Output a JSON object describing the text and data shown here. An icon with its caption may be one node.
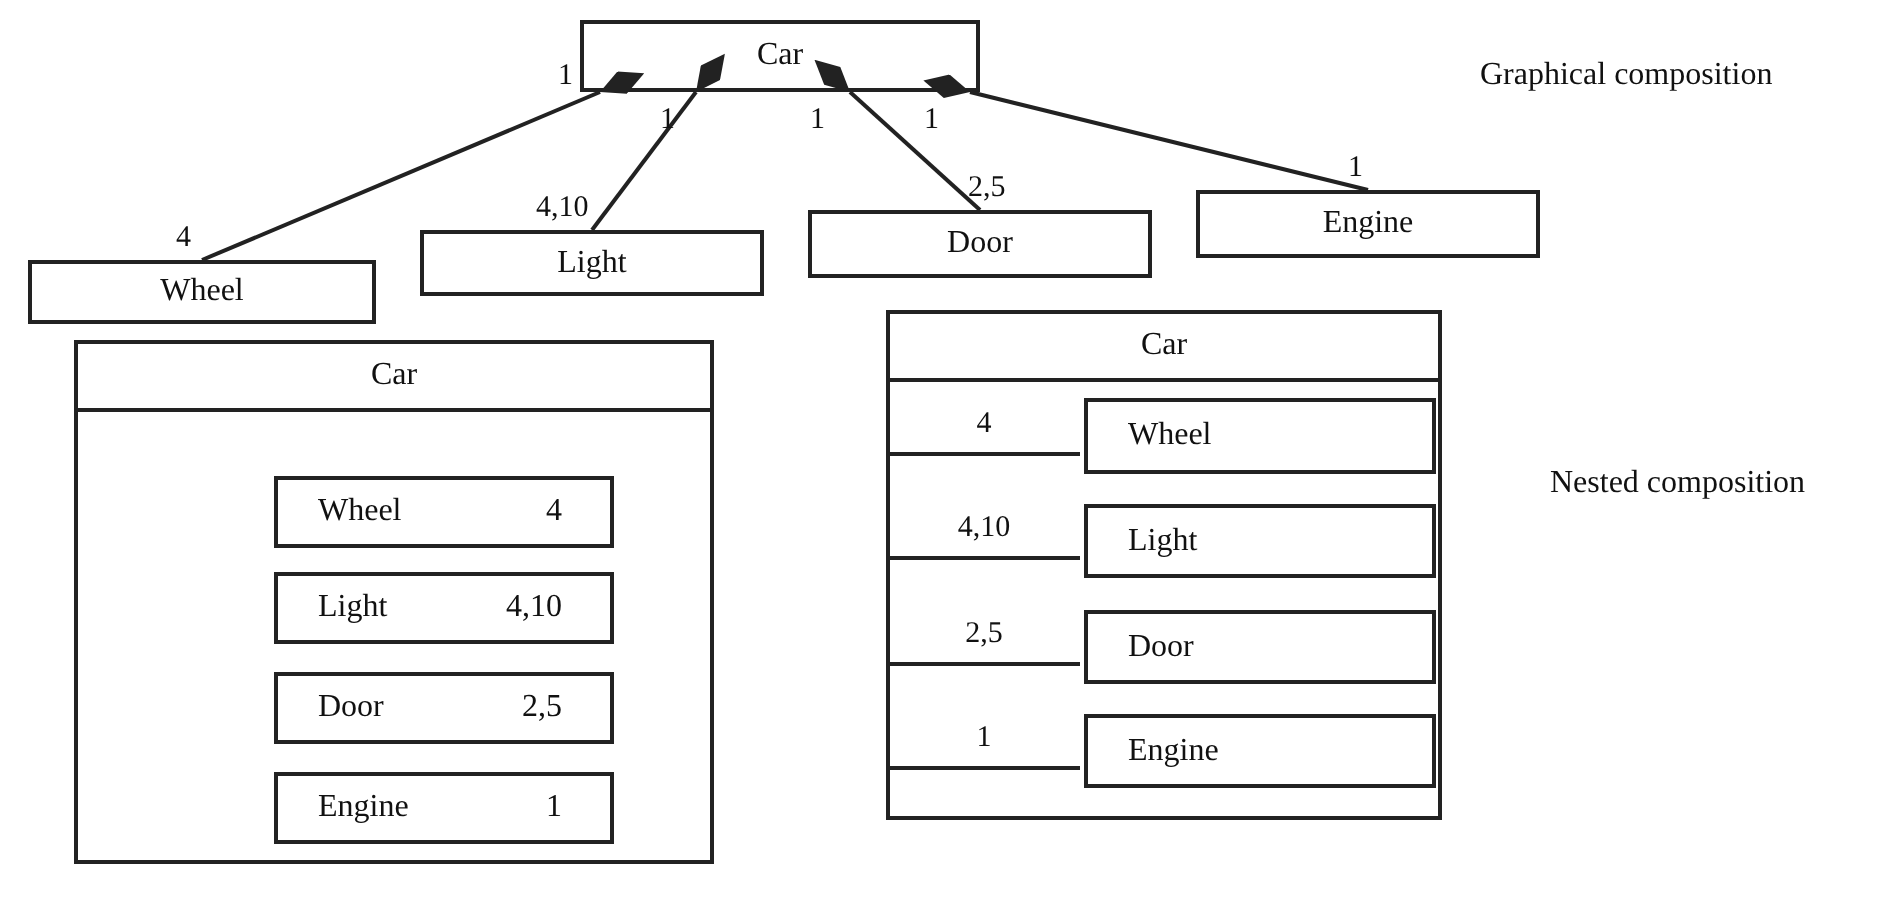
{
  "diagram": {
    "nodes": [
      {
        "text": [
          "Car"
        ]
      },
      {
        "text": [
          "Wheel"
        ]
      },
      {
        "text": [
          "Light"
        ]
      },
      {
        "text": [
          "Door"
        ]
      },
      {
        "text": [
          "Engine"
        ]
      },
      {
        "text": [
          "Car"
        ]
      },
      {
        "text": [
          "Wheel",
          "4"
        ],
        "in": 5
      },
      {
        "text": [
          "Light",
          "4,10"
        ],
        "in": 5
      },
      {
        "text": [
          "Door",
          "2,5"
        ],
        "in": 5
      },
      {
        "text": [
          "Engine",
          "1"
        ],
        "in": 5
      },
      {
        "text": [
          "Car"
        ]
      },
      {
        "text": [
          "Wheel"
        ],
        "in": 10
      },
      {
        "text": [
          "Light"
        ],
        "in": 10
      },
      {
        "text": [
          "Door"
        ],
        "in": 10
      },
      {
        "text": [
          "Engine"
        ],
        "in": 10
      }
    ],
    "edges": [
      {
        "from": 0,
        "to": 1,
        "arrow": "other"
      },
      {
        "from": 0,
        "to": 2,
        "arrow": "other"
      },
      {
        "from": 0,
        "to": 3,
        "arrow": "other"
      },
      {
        "from": 0,
        "to": 4,
        "arrow": "other"
      },
      {
        "from": 10,
        "to": 11,
        "arrow": "none",
        "label": "4"
      },
      {
        "from": 10,
        "to": 12,
        "arrow": "none",
        "label": "4,10"
      },
      {
        "from": 10,
        "to": 13,
        "arrow": "none",
        "label": "2,5"
      },
      {
        "from": 10,
        "to": 14,
        "arrow": "none",
        "label": "1"
      }
    ],
    "labels": [
      "Graphical composition",
      "1",
      "1",
      "1",
      "1",
      "4",
      "4,10",
      "2,5",
      "1",
      "Nested composition"
    ]
  }
}
